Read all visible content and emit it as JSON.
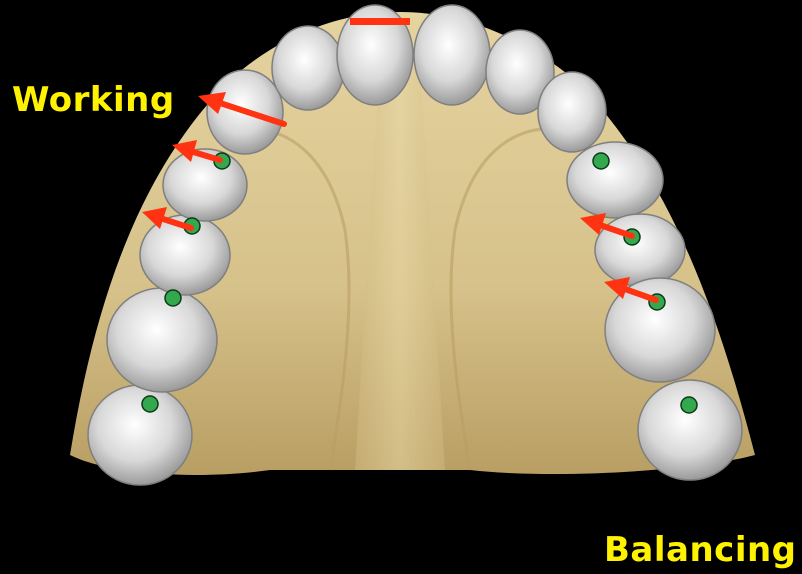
{
  "labels": {
    "working": "Working",
    "balancing": "Balancing"
  },
  "colors": {
    "background": "#000000",
    "label": "#FFF200",
    "palate": "#D9C58C",
    "palate_shadow": "#B59C5C",
    "tooth": "#E6E6E6",
    "tooth_shadow": "#9A9A9A",
    "contact_dot": "#33A84E",
    "arrow": "#FF3311"
  },
  "figure": {
    "subject": "occlusal view of maxillary dental arch",
    "icons": [
      "contact-dot",
      "movement-arrow",
      "midline-marker"
    ]
  }
}
